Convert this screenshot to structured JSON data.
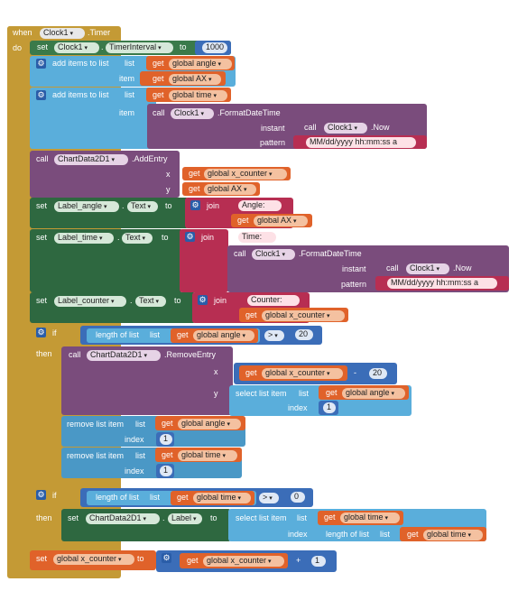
{
  "event": {
    "when": "when",
    "component": "Clock1",
    "event": ".Timer",
    "do": "do"
  },
  "set1": {
    "kw": "set",
    "component": "Clock1",
    "dot": ".",
    "prop": "TimerInterval",
    "to": "to",
    "value": "1000"
  },
  "add1": {
    "label": "add items to list",
    "list_kw": "list",
    "get": "get",
    "list_var": "global angle",
    "item_kw": "item",
    "item_var": "global AX"
  },
  "add2": {
    "label": "add items to list",
    "list_kw": "list",
    "get": "get",
    "list_var": "global time",
    "item_kw": "item",
    "call_kw": "call",
    "component": "Clock1",
    "method": ".FormatDateTime",
    "instant_kw": "instant",
    "now_call": "call",
    "now_comp": "Clock1",
    "now": ".Now",
    "pattern_kw": "pattern",
    "pattern": "MM/dd/yyyy hh:mm:ss a"
  },
  "addentry": {
    "call_kw": "call",
    "component": "ChartData2D1",
    "method": ".AddEntry",
    "x_kw": "x",
    "y_kw": "y",
    "get": "get",
    "x_var": "global x_counter",
    "y_var": "global AX"
  },
  "set_angle": {
    "kw": "set",
    "component": "Label_angle",
    "dot": ".",
    "prop": "Text",
    "to": "to",
    "join": "join",
    "s1": "Angle:",
    "get": "get",
    "var": "global AX"
  },
  "set_time": {
    "kw": "set",
    "component": "Label_time",
    "dot": ".",
    "prop": "Text",
    "to": "to",
    "join": "join",
    "s1": "Time:",
    "call_kw": "call",
    "fcomp": "Clock1",
    "method": ".FormatDateTime",
    "instant_kw": "instant",
    "now_call": "call",
    "now_comp": "Clock1",
    "now": ".Now",
    "pattern_kw": "pattern",
    "pattern": "MM/dd/yyyy hh:mm:ss a"
  },
  "set_counter": {
    "kw": "set",
    "component": "Label_counter",
    "dot": ".",
    "prop": "Text",
    "to": "to",
    "join": "join",
    "s1": "Counter:",
    "get": "get",
    "var": "global x_counter"
  },
  "if1": {
    "if": "if",
    "then": "then",
    "length": "length of list",
    "list_kw": "list",
    "get": "get",
    "var": "global angle",
    "op": ">",
    "num": "20",
    "call_kw": "call",
    "component": "ChartData2D1",
    "method": ".RemoveEntry",
    "x_kw": "x",
    "y_kw": "y",
    "x_var": "global x_counter",
    "minus": "-",
    "minus_num": "20",
    "select": "select list item",
    "index_kw": "index",
    "y_list_var": "global angle",
    "index1": "1",
    "remove1": "remove list item",
    "remove1_var": "global angle",
    "remove1_index": "1",
    "remove2": "remove list item",
    "remove2_var": "global time",
    "remove2_index": "1"
  },
  "if2": {
    "if": "if",
    "then": "then",
    "length": "length of list",
    "list_kw": "list",
    "get": "get",
    "var": "global time",
    "op": ">",
    "num": "0",
    "set_kw": "set",
    "component": "ChartData2D1",
    "dot": ".",
    "prop": "Label",
    "to": "to",
    "select": "select list item",
    "list_var": "global time",
    "index_kw": "index",
    "len": "length of list",
    "len_var": "global time"
  },
  "set_xc": {
    "kw": "set",
    "var": "global x_counter",
    "to": "to",
    "get": "get",
    "get_var": "global x_counter",
    "plus": "+",
    "num": "1"
  }
}
